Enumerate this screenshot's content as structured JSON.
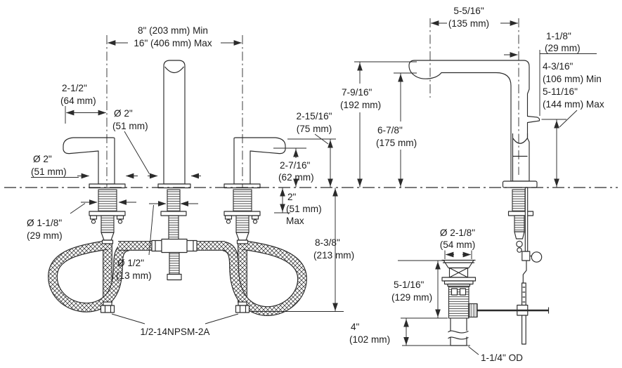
{
  "front_view": {
    "spread_min": "8\" (203 mm) Min",
    "spread_max": "16\" (406 mm) Max",
    "handle_projection_in": "2-1/2\"",
    "handle_projection_mm": "(64 mm)",
    "handle_base_dia_in": "Ø 2\"",
    "handle_base_dia_mm": "(51 mm)",
    "spout_base_dia_in": "Ø 2\"",
    "spout_base_dia_mm": "(51 mm)",
    "handle_height_in": "2-15/16\"",
    "handle_height_mm": "(75 mm)",
    "grip_height_in": "2-7/16\"",
    "grip_height_mm": "(62 mm)",
    "deck_thickness_in": "2\"",
    "deck_thickness_mm": "(51 mm)",
    "deck_thickness_qual": "Max",
    "shank_dia_in": "Ø 1-1/8\"",
    "shank_dia_mm": "(29 mm)",
    "hose_dia_in": "Ø 1/2\"",
    "hose_dia_mm": "(13 mm)",
    "under_counter_in": "8-3/8\"",
    "under_counter_mm": "(213 mm)",
    "shank_thread": "1/2-14NPSM-2A"
  },
  "side_view": {
    "spout_reach_in": "5-5/16\"",
    "spout_reach_mm": "(135 mm)",
    "rear_clearance_in": "1-1/8\"",
    "rear_clearance_mm": "(29 mm)",
    "outlet_clearance_min_in": "4-3/16\"",
    "outlet_clearance_min_mm": "(106 mm) Min",
    "outlet_clearance_max_in": "5-11/16\"",
    "outlet_clearance_max_mm": "(144 mm) Max",
    "overall_height_in": "7-9/16\"",
    "overall_height_mm": "(192 mm)",
    "outlet_height_in": "6-7/8\"",
    "outlet_height_mm": "(175 mm)"
  },
  "drain": {
    "flange_dia_in": "Ø 2-1/8\"",
    "flange_dia_mm": "(54 mm)",
    "body_height_in": "5-1/16\"",
    "body_height_mm": "(129 mm)",
    "tailpiece_len_in": "4\"",
    "tailpiece_len_mm": "(102 mm)",
    "tailpiece_od": "1-1/4\" OD"
  }
}
